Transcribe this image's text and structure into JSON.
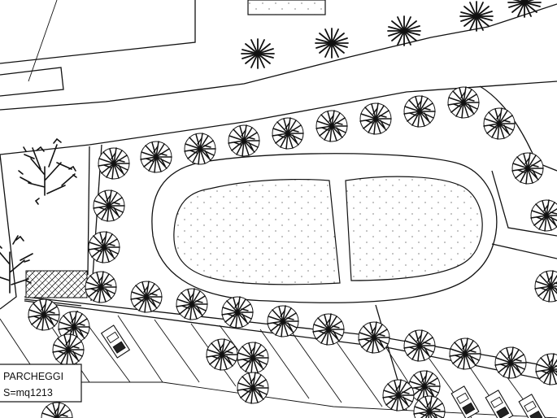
{
  "drawing": {
    "type": "CAD site plan",
    "line_color": "#111111",
    "background": "#ffffff"
  },
  "parking_label": {
    "line1": "PARCHEGGI",
    "line2": "S=mq1213"
  },
  "symbols": {
    "tree": "tree-canopy-icon",
    "shrub": "shrub-icon",
    "car": "car-icon",
    "paving": "paving-hatch"
  }
}
